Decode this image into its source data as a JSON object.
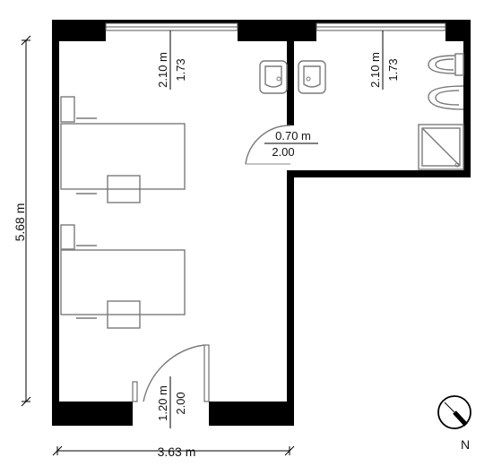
{
  "plan": {
    "dimensions": {
      "height_label": "5.68 m",
      "width_label": "3.63 m"
    },
    "windows": [
      {
        "id": "window-room",
        "width": "2.10 m",
        "height": "1.73"
      },
      {
        "id": "window-bathroom",
        "width": "2.10 m",
        "height": "1.73"
      }
    ],
    "doors": [
      {
        "id": "door-bathroom",
        "width": "0.70 m",
        "height": "2.00"
      },
      {
        "id": "door-entrance",
        "width": "1.20 m",
        "height": "2.00"
      }
    ],
    "compass": {
      "label": "N"
    }
  }
}
